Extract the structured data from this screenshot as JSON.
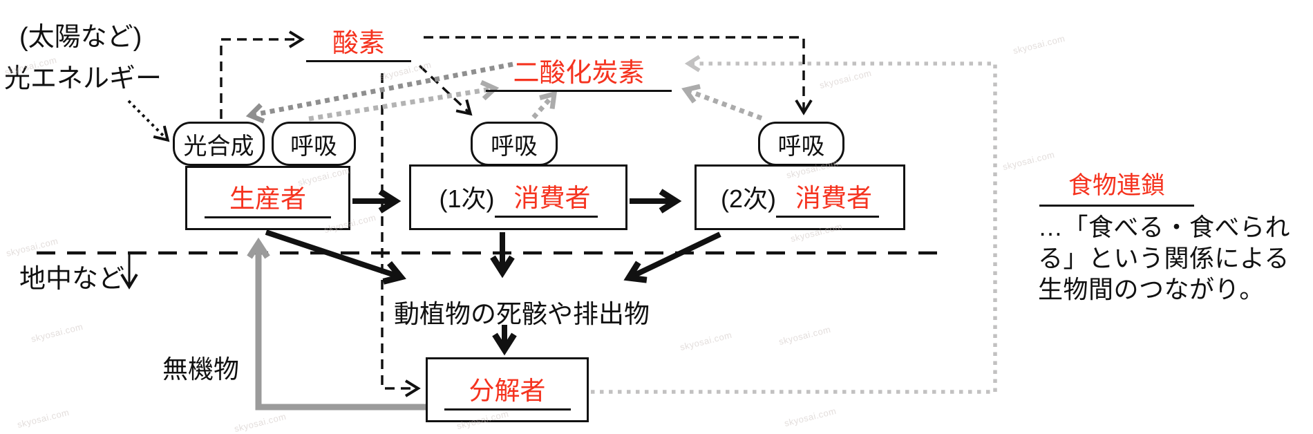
{
  "energy": {
    "line1": "(太陽など)",
    "line2": "光エネルギー"
  },
  "gas_labels": {
    "oxygen": "酸素",
    "carbon_dioxide": "二酸化炭素"
  },
  "process_labels": {
    "photosynthesis": "光合成",
    "respiration": "呼吸"
  },
  "organisms": {
    "producer": "生産者",
    "consumer": "消費者",
    "consumer_primary_prefix": "(1次)",
    "consumer_secondary_prefix": "(2次)",
    "decomposer": "分解者"
  },
  "labels": {
    "underground": "地中など",
    "detritus": "動植物の死骸や排出物",
    "inorganic_matter": "無機物"
  },
  "note": {
    "title": "食物連鎖",
    "lines": [
      "…「食べる・食べられ",
      "る」という関係による",
      "生物間のつながり。"
    ]
  },
  "watermark": "skyosai.com",
  "colors": {
    "accent_red": "#f5331f",
    "line_black": "#111111",
    "inorganic_arrow_gray": "#9b9b9b",
    "co2_arrow_gray": "#9e9e9e",
    "decomposer_loop_gray": "#c2c1c1"
  }
}
